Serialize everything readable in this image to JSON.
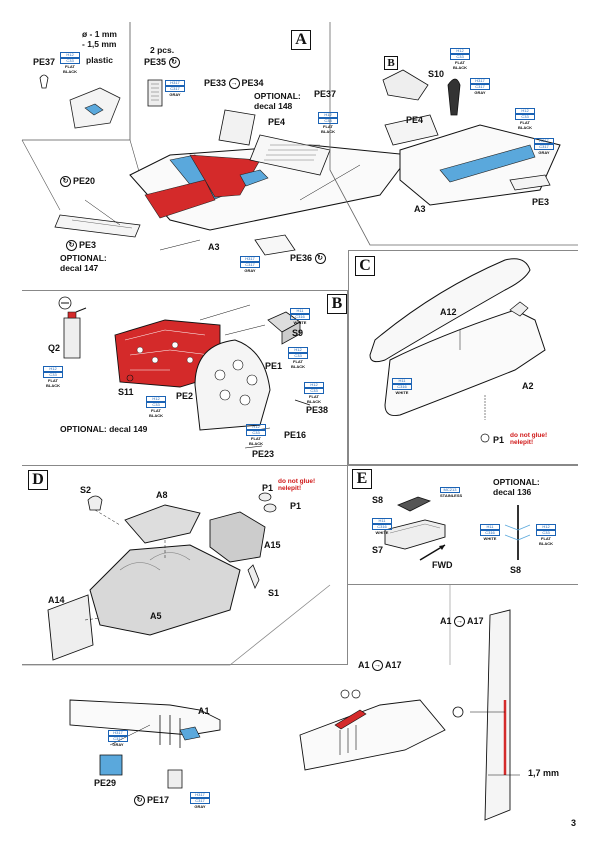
{
  "page_number": "3",
  "colors": {
    "cockpit_red": "#d42a2a",
    "decal_blue": "#5aa8dc",
    "chip_blue": "#1b63b5",
    "warning_red": "#d01818"
  },
  "sections": {
    "A": {
      "label": "A",
      "inset": {
        "part": "PE37",
        "dim_1": "ø - 1 mm",
        "dim_2": "- 1,5 mm",
        "material": "plastic",
        "chip_lines": [
          "H12",
          "C33"
        ],
        "chip_name": "FLAT BLACK"
      },
      "pe35": {
        "count": "2 pcs.",
        "part": "PE35"
      },
      "pe33_pe34": {
        "from": "PE33",
        "to": "PE34"
      },
      "optional_148": {
        "line1": "OPTIONAL:",
        "line2": "decal 148"
      },
      "pe4": "PE4",
      "pe37": "PE37",
      "pe37_chip": {
        "lines": [
          "H12",
          "C33"
        ],
        "name": "FLAT BLACK"
      },
      "pe20": "PE20",
      "pe3": "PE3",
      "optional_147": {
        "line1": "OPTIONAL:",
        "line2": "decal 147"
      },
      "a3": "A3",
      "pe36": "PE36",
      "gray_chip": {
        "lines": [
          "H317",
          "C317"
        ],
        "name": "GRAY"
      }
    },
    "B": {
      "label": "B",
      "s10": "S10",
      "pe4": "PE4",
      "a3": "A3",
      "pe3": "PE3",
      "chip_black": {
        "lines": [
          "H12",
          "C33"
        ],
        "name": "FLAT BLACK"
      },
      "chip_gray": {
        "lines": [
          "H317",
          "C317"
        ],
        "name": "GRAY"
      },
      "q2": "Q2",
      "s11": "S11",
      "pe2": "PE2",
      "pe1": "PE1",
      "s9": "S9",
      "pe38": "PE38",
      "pe16": "PE16",
      "pe23": "PE23",
      "chip_white": {
        "lines": [
          "H11",
          "C316"
        ],
        "name": "WHITE"
      },
      "optional_149": "OPTIONAL: decal 149"
    },
    "C": {
      "label": "C",
      "a12": "A12",
      "a2": "A2",
      "p1": "P1",
      "warning": [
        "do not glue!",
        "nelepit!"
      ],
      "chip_white": {
        "lines": [
          "H11",
          "C316"
        ],
        "name": "WHITE"
      }
    },
    "D": {
      "label": "D",
      "s2": "S2",
      "a8": "A8",
      "p1_a": "P1",
      "p1_b": "P1",
      "warning": [
        "do not glue!",
        "nelepit!"
      ],
      "a15": "A15",
      "s1": "S1",
      "a14": "A14",
      "a5": "A5"
    },
    "E": {
      "label": "E",
      "s8": "S8",
      "s7": "S7",
      "fwd": "FWD",
      "optional_136": {
        "line1": "OPTIONAL:",
        "line2": "decal 136"
      },
      "s8_bottom": "S8",
      "chip_steel": {
        "lines": [
          "MC213"
        ],
        "name": "STAINLESS"
      },
      "chip_white": {
        "lines": [
          "H11",
          "C316"
        ],
        "name": "WHITE"
      },
      "chip_black": {
        "lines": [
          "H12",
          "C33"
        ],
        "name": "FLAT BLACK"
      }
    },
    "F": {
      "a1": "A1",
      "pe29": "PE29",
      "pe17": "PE17",
      "a1_a17_mid": {
        "from": "A1",
        "to": "A17"
      },
      "a1_a17_right": {
        "from": "A1",
        "to": "A17"
      },
      "dimension": "1,7 mm",
      "chip_gray": {
        "lines": [
          "H317",
          "C317"
        ],
        "name": "GRAY"
      }
    }
  }
}
